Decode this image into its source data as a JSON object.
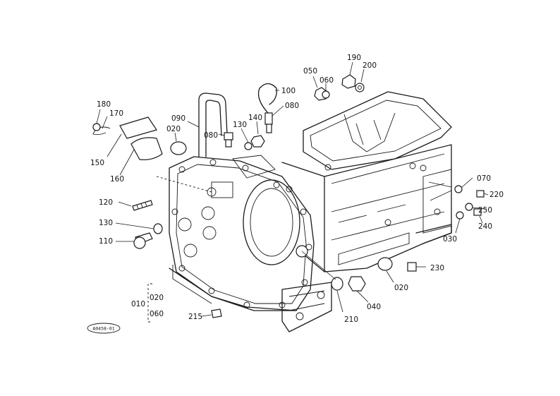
{
  "diagram": {
    "labels": [
      {
        "id": "180",
        "text": "180"
      },
      {
        "id": "170",
        "text": "170"
      },
      {
        "id": "150",
        "text": "150"
      },
      {
        "id": "160",
        "text": "160"
      },
      {
        "id": "090",
        "text": "090"
      },
      {
        "id": "020a",
        "text": "020"
      },
      {
        "id": "080a",
        "text": "080"
      },
      {
        "id": "130a",
        "text": "130"
      },
      {
        "id": "140",
        "text": "140"
      },
      {
        "id": "080b",
        "text": "080"
      },
      {
        "id": "100",
        "text": "100"
      },
      {
        "id": "050",
        "text": "050"
      },
      {
        "id": "060a",
        "text": "060"
      },
      {
        "id": "190",
        "text": "190"
      },
      {
        "id": "200",
        "text": "200"
      },
      {
        "id": "120",
        "text": "120"
      },
      {
        "id": "130b",
        "text": "130"
      },
      {
        "id": "110",
        "text": "110"
      },
      {
        "id": "010",
        "text": "010"
      },
      {
        "id": "020b",
        "text": "020"
      },
      {
        "id": "060b",
        "text": "060"
      },
      {
        "id": "215",
        "text": "215"
      },
      {
        "id": "210",
        "text": "210"
      },
      {
        "id": "040",
        "text": "040"
      },
      {
        "id": "020c",
        "text": "020"
      },
      {
        "id": "230",
        "text": "230"
      },
      {
        "id": "030",
        "text": "030"
      },
      {
        "id": "240",
        "text": "240"
      },
      {
        "id": "250",
        "text": "250"
      },
      {
        "id": "220",
        "text": "220"
      },
      {
        "id": "070",
        "text": "070"
      }
    ],
    "drawing_code": "A0458-01"
  }
}
